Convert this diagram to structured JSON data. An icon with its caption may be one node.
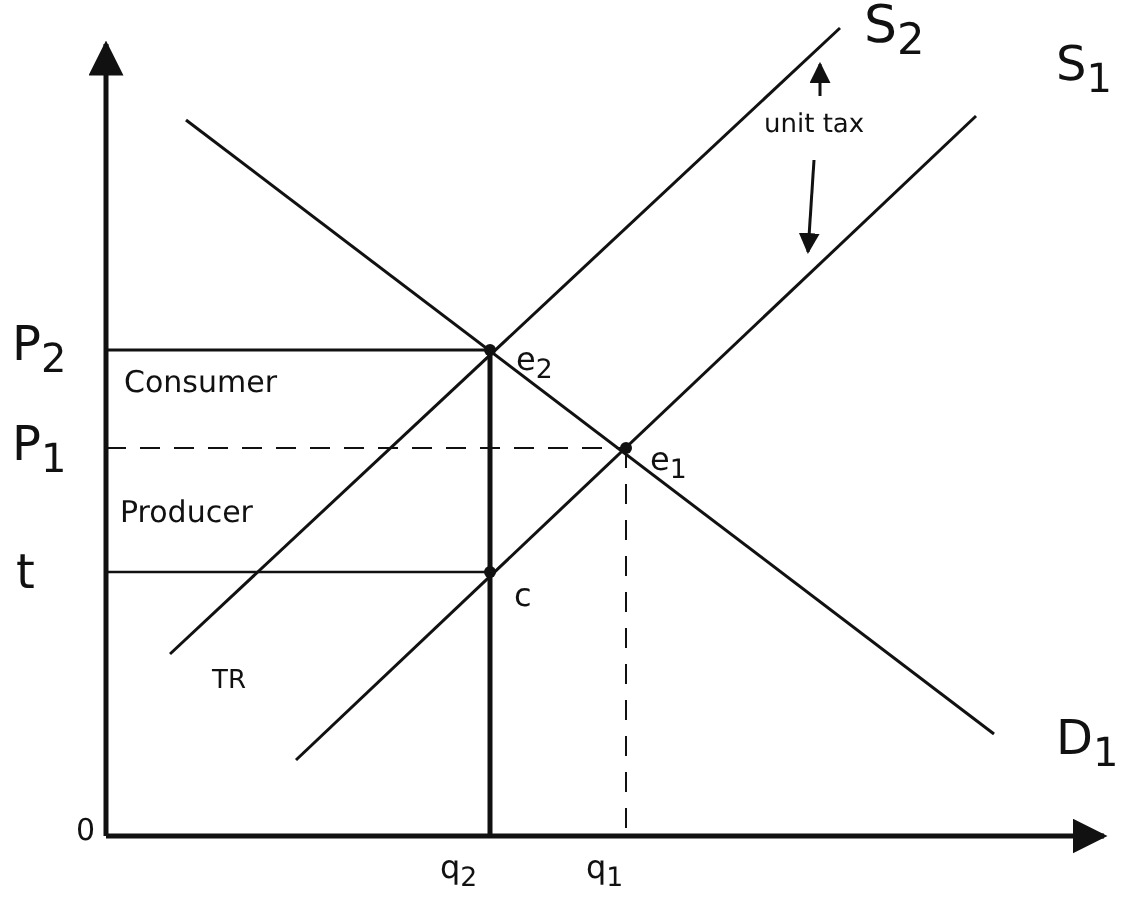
{
  "diagram": {
    "labels": [
      "S$_{2}$",
      "S$_{1}$",
      "unit tax",
      "P$_{2}$",
      "Consumer",
      "e$_{2}$",
      "P$_{1}$",
      "e$_{1}$",
      "Producer",
      "t",
      "c",
      "TR",
      "D$_{1}$",
      "0",
      "q$_{2}$",
      "q$_{1}$"
    ]
  }
}
